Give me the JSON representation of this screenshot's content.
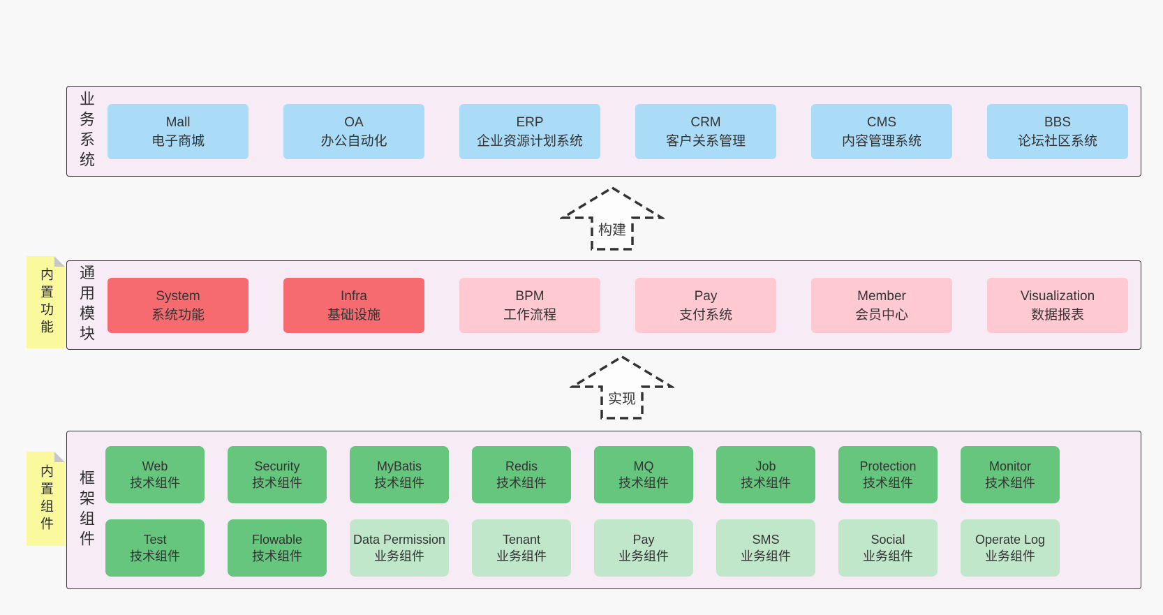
{
  "canvas": {
    "background": "#f8f8f8"
  },
  "colors": {
    "container_bg": "#f7ecf5",
    "container_border": "#2f2f2f",
    "blue": "#aadcf8",
    "red": "#f56b6f",
    "pink": "#ffc9d2",
    "green": "#66c67e",
    "light_green": "#c0e7c9",
    "sticky_yellow": "#fbf99e",
    "text": "#333333"
  },
  "layers": [
    {
      "label": "业务系统",
      "boxes": [
        {
          "title": "Mall",
          "subtitle": "电子商城",
          "variant": "blue"
        },
        {
          "title": "OA",
          "subtitle": "办公自动化",
          "variant": "blue"
        },
        {
          "title": "ERP",
          "subtitle": "企业资源计划系统",
          "variant": "blue"
        },
        {
          "title": "CRM",
          "subtitle": "客户关系管理",
          "variant": "blue"
        },
        {
          "title": "CMS",
          "subtitle": "内容管理系统",
          "variant": "blue"
        },
        {
          "title": "BBS",
          "subtitle": "论坛社区系统",
          "variant": "blue"
        }
      ]
    },
    {
      "label": "通用模块",
      "sticky": "内置功能",
      "boxes": [
        {
          "title": "System",
          "subtitle": "系统功能",
          "variant": "red"
        },
        {
          "title": "Infra",
          "subtitle": "基础设施",
          "variant": "red"
        },
        {
          "title": "BPM",
          "subtitle": "工作流程",
          "variant": "pink"
        },
        {
          "title": "Pay",
          "subtitle": "支付系统",
          "variant": "pink"
        },
        {
          "title": "Member",
          "subtitle": "会员中心",
          "variant": "pink"
        },
        {
          "title": "Visualization",
          "subtitle": "数据报表",
          "variant": "pink"
        }
      ]
    },
    {
      "label": "框架组件",
      "sticky": "内置组件",
      "rows": [
        [
          {
            "title": "Web",
            "subtitle": "技术组件",
            "variant": "green"
          },
          {
            "title": "Security",
            "subtitle": "技术组件",
            "variant": "green"
          },
          {
            "title": "MyBatis",
            "subtitle": "技术组件",
            "variant": "green"
          },
          {
            "title": "Redis",
            "subtitle": "技术组件",
            "variant": "green"
          },
          {
            "title": "MQ",
            "subtitle": "技术组件",
            "variant": "green"
          },
          {
            "title": "Job",
            "subtitle": "技术组件",
            "variant": "green"
          },
          {
            "title": "Protection",
            "subtitle": "技术组件",
            "variant": "green"
          },
          {
            "title": "Monitor",
            "subtitle": "技术组件",
            "variant": "green"
          }
        ],
        [
          {
            "title": "Test",
            "subtitle": "技术组件",
            "variant": "green"
          },
          {
            "title": "Flowable",
            "subtitle": "技术组件",
            "variant": "green"
          },
          {
            "title": "Data Permission",
            "subtitle": "业务组件",
            "variant": "lightgreen"
          },
          {
            "title": "Tenant",
            "subtitle": "业务组件",
            "variant": "lightgreen"
          },
          {
            "title": "Pay",
            "subtitle": "业务组件",
            "variant": "lightgreen"
          },
          {
            "title": "SMS",
            "subtitle": "业务组件",
            "variant": "lightgreen"
          },
          {
            "title": "Social",
            "subtitle": "业务组件",
            "variant": "lightgreen"
          },
          {
            "title": "Operate Log",
            "subtitle": "业务组件",
            "variant": "lightgreen"
          }
        ]
      ]
    }
  ],
  "arrows": [
    {
      "label": "构建"
    },
    {
      "label": "实现"
    }
  ]
}
